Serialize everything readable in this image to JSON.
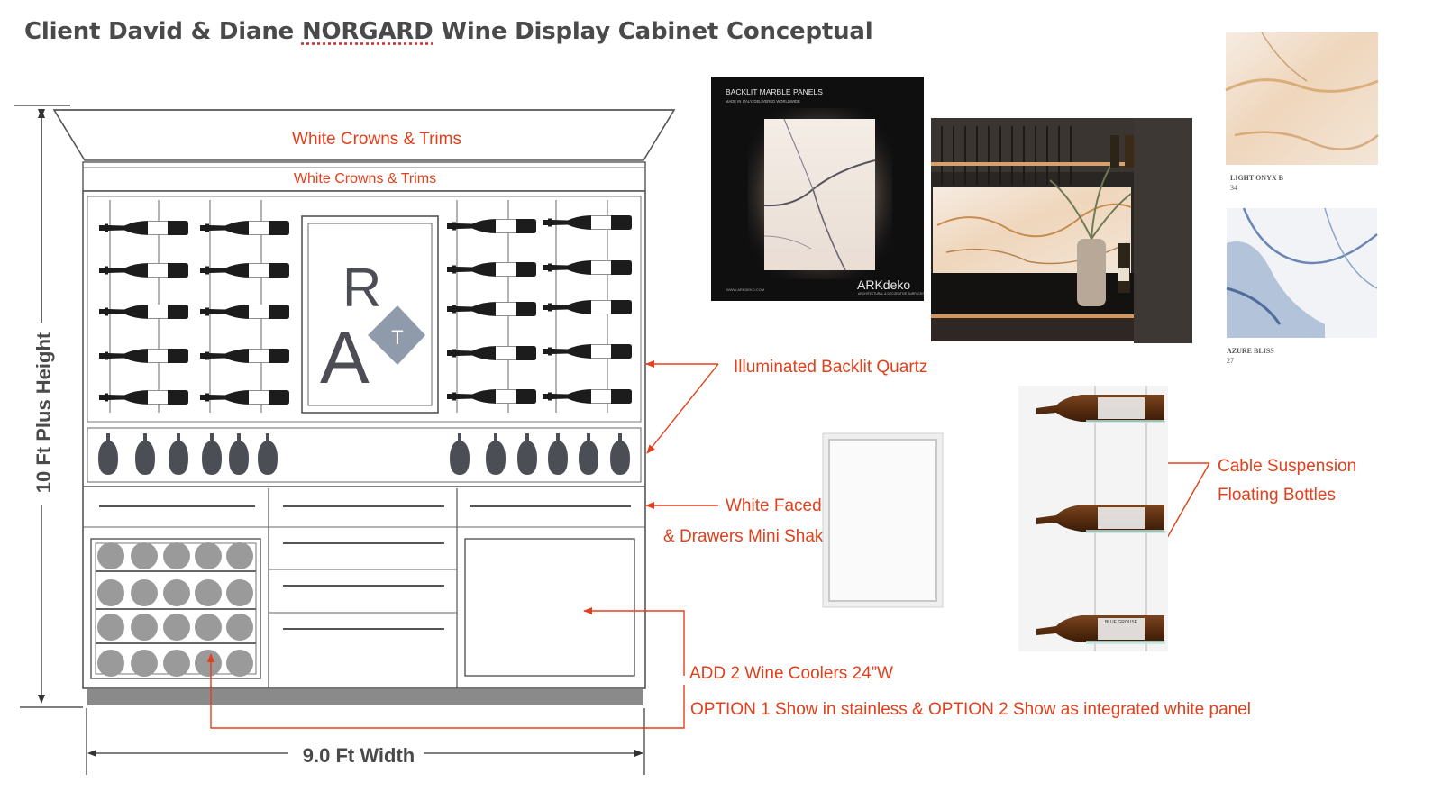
{
  "title": {
    "prefix": "Client David & Diane ",
    "surname": "NORGARD",
    "suffix": " Wine Display Cabinet Conceptual"
  },
  "drawing": {
    "crown_label": "White Crowns & Trims",
    "trim_label": "White Crowns & Trims",
    "height_label": "10 Ft Plus Height",
    "width_label": "9.0 Ft Width",
    "logo_letters": [
      "R",
      "A",
      "T"
    ]
  },
  "callouts": {
    "backlit": "Illuminated Backlit Quartz",
    "cabinets_line1": "White Faced Cabinets",
    "cabinets_line2": "& Drawers Mini Shaker Frame",
    "coolers": "ADD 2 Wine Coolers 24”W",
    "option": "OPTION 1 Show in stainless & OPTION 2 Show as integrated white panel",
    "cable_line1": "Cable Suspension",
    "cable_line2": "Floating Bottles"
  },
  "references": {
    "panel_heading": "BACKLIT MARBLE PANELS",
    "panel_subheading": "MADE IN ITALY. DELIVERED WORLDWIDE",
    "panel_brand": "ARKdeko",
    "panel_brand_tag": "ARCHITECTURAL & DECORATIVE SURFACES",
    "panel_url": "WWW.ARKDEKO.COM",
    "swatch1_name": "LIGHT ONYX B",
    "swatch1_code": "34",
    "swatch2_name": "AZURE BLISS",
    "swatch2_code": "27",
    "bottle_label": "BLUE GROUSE"
  },
  "colors": {
    "accent_red": "#e2401c",
    "line_gray": "#5a5a5a",
    "title_gray": "#4a4a4a"
  }
}
